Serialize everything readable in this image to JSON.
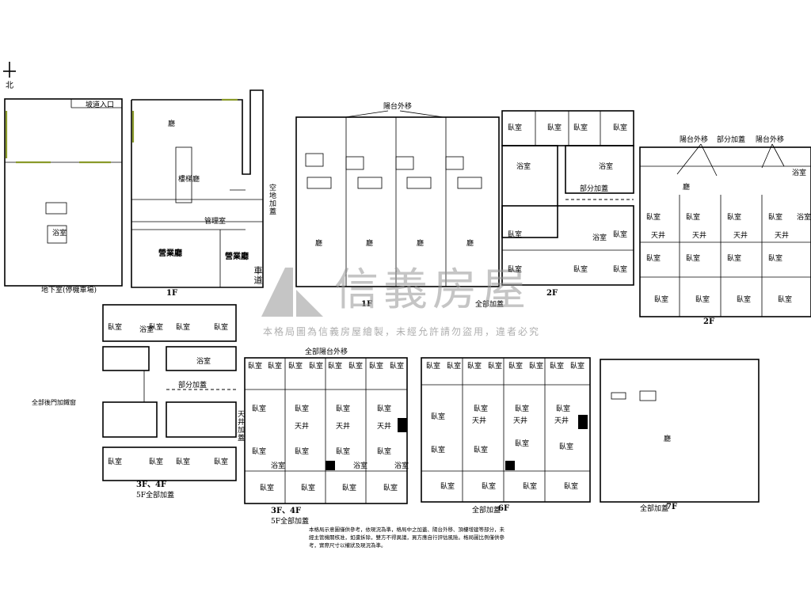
{
  "compass": {
    "north_label": "北"
  },
  "watermark": {
    "brand": "信義房屋",
    "notice": "本格局圖為信義房屋繪製，未經允許請勿盜用，違者必究",
    "color": "#9a9a9a"
  },
  "basement": {
    "ramp_entrance": "坡道入口",
    "caption": "地下室(停機車場)"
  },
  "floor1_left": {
    "hall": "廳",
    "stair_hall": "樓梯廳",
    "office": "管理室",
    "shop_a": "營業廳",
    "shop_b": "營業廳",
    "open_space": "空地加蓋",
    "driveway": "車道",
    "caption": "1F"
  },
  "floor1_right": {
    "balcony_ext": "陽台外移",
    "hall": "廳",
    "caption": "1F",
    "caption2": "全部加蓋"
  },
  "floor2_a": {
    "caption": "2F",
    "partial_ext": "部分加蓋"
  },
  "floor2_b": {
    "balcony_ext_a": "陽台外移",
    "partial_ext": "部分加蓋",
    "balcony_ext_b": "陽台外移",
    "hall": "廳",
    "skylight": "天井",
    "caption": "2F"
  },
  "floor34_a": {
    "partial_ext": "部分加蓋",
    "rear_ext": "全部後門加鐵窗",
    "caption": "3F、4F",
    "caption2": "5F全部加蓋"
  },
  "floor34_b": {
    "balcony_ext": "全部陽台外移",
    "skylight_ext": "天井加蓋",
    "skylight": "天井",
    "caption": "3F、4F",
    "caption2": "5F全部加蓋"
  },
  "floor6": {
    "caption": "6F",
    "caption2": "全部加蓋"
  },
  "floor7": {
    "hall": "廳",
    "caption": "7F",
    "caption2": "全部加蓋"
  },
  "labels": {
    "bedroom": "臥室",
    "bathroom": "浴室"
  },
  "disclaimer": "本格局示意圖僅供參考，依現況為準，格局中之加蓋、陽台外移、頂樓增建等部分，未經主管機關核准，如遭拆除，雙方不得異議，買方應自行評估風險。格局圖比例僅供參考，實際尺寸以權狀及現況為準。"
}
